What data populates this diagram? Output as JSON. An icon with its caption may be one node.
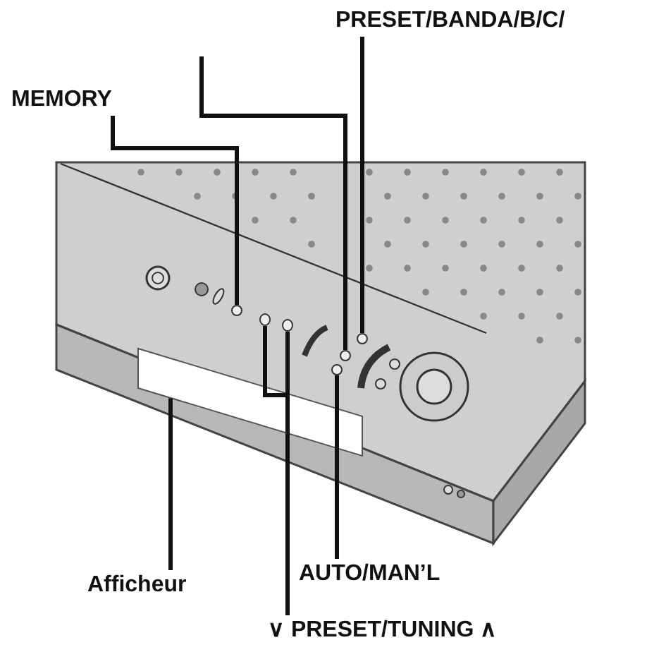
{
  "diagram": {
    "nodes": [
      {
        "text": [
          "PRESET/BANDA/B/C/"
        ]
      },
      {
        "text": [
          "MEMORY"
        ]
      },
      {
        "text": [
          "Afficheur"
        ]
      },
      {
        "text": [
          "AUTO/MAN’L"
        ]
      },
      {
        "text": [
          "∨ PRESET/TUNING ∧"
        ]
      },
      {
        "text": [],
        "shape": "circle"
      },
      {
        "text": [],
        "shape": "circle"
      },
      {
        "text": [],
        "shape": "circle"
      },
      {
        "text": [],
        "shape": "circle"
      },
      {
        "text": [],
        "shape": "circle"
      },
      {
        "text": [],
        "shape": "circle"
      },
      {
        "text": [],
        "shape": "box"
      }
    ],
    "edges": [
      {
        "from": 1,
        "to": 5,
        "arrow": "none"
      },
      {
        "from": null,
        "to": 8,
        "arrow": "none"
      },
      {
        "from": 0,
        "to": 9,
        "arrow": "none"
      },
      {
        "from": 2,
        "to": 11,
        "arrow": "none"
      },
      {
        "from": 3,
        "to": 10,
        "arrow": "none"
      },
      {
        "from": 4,
        "to": 6,
        "arrow": "none"
      },
      {
        "from": 4,
        "to": 7,
        "arrow": "none"
      }
    ]
  }
}
